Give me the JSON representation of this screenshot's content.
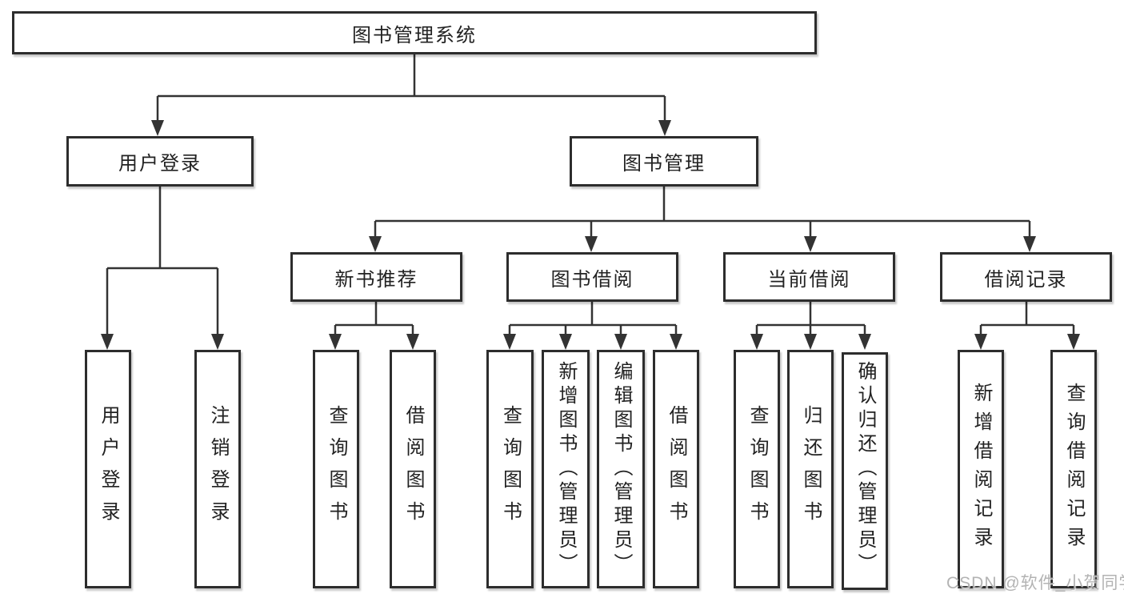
{
  "root": {
    "label": "图书管理系统"
  },
  "level1": {
    "user_login": {
      "label": "用户登录"
    },
    "book_mgmt": {
      "label": "图书管理"
    }
  },
  "level2": {
    "new_book_rec": {
      "label": "新书推荐"
    },
    "book_borrow": {
      "label": "图书借阅"
    },
    "current_borrow": {
      "label": "当前借阅"
    },
    "borrow_records": {
      "label": "借阅记录"
    }
  },
  "leaves": {
    "user_login_login": {
      "label": "用户登录"
    },
    "user_login_logout": {
      "label": "注销登录"
    },
    "rec_query_book": {
      "label": "查询图书"
    },
    "rec_borrow_book": {
      "label": "借阅图书"
    },
    "borrow_query_book": {
      "label": "查询图书"
    },
    "borrow_add_book": {
      "label": "新增图书（管理员）"
    },
    "borrow_edit_book": {
      "label": "编辑图书（管理员）"
    },
    "borrow_borrow_book": {
      "label": "借阅图书"
    },
    "current_query_book": {
      "label": "查询图书"
    },
    "current_return_book": {
      "label": "归还图书"
    },
    "current_confirm_return": {
      "label": "确认归还（管理员）"
    },
    "records_add_record": {
      "label": "新增借阅记录"
    },
    "records_query_record": {
      "label": "查询借阅记录"
    }
  },
  "watermark": "CSDN @软件_小贺同学",
  "colors": {
    "line": "#333333",
    "box_border": "#2d2d2d",
    "text": "#222222",
    "watermark": "#a8a8a8"
  }
}
